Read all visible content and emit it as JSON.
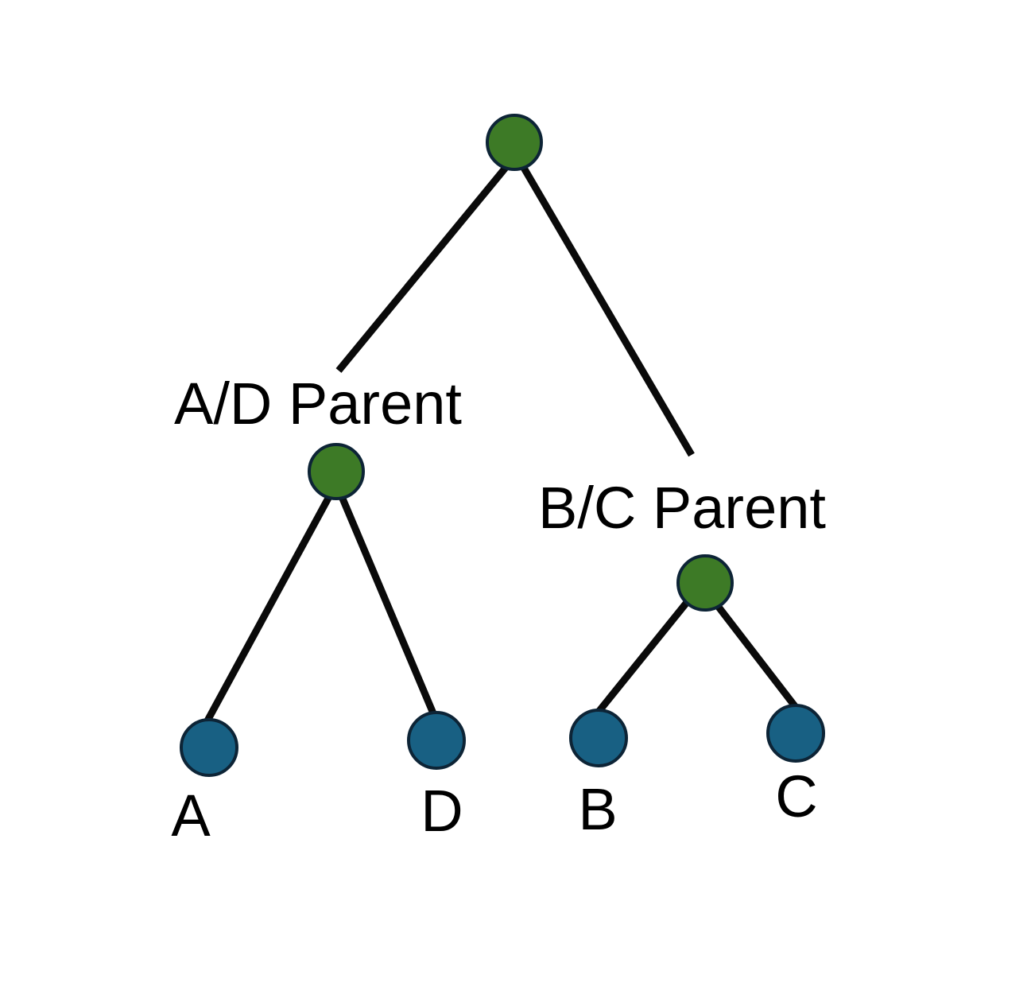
{
  "colors": {
    "background": "#ffffff",
    "edge": "#0a0a0a",
    "internal_node_fill": "#3d7a26",
    "leaf_node_fill": "#186083",
    "node_outline": "#0d2436",
    "label_text": "#000000"
  },
  "tree": {
    "nodes": [
      {
        "id": "root",
        "kind": "internal",
        "label": ""
      },
      {
        "id": "ad_parent",
        "kind": "internal",
        "label": "A/D Parent"
      },
      {
        "id": "bc_parent",
        "kind": "internal",
        "label": "B/C Parent"
      },
      {
        "id": "leaf_a",
        "kind": "leaf",
        "label": "A"
      },
      {
        "id": "leaf_d",
        "kind": "leaf",
        "label": "D"
      },
      {
        "id": "leaf_b",
        "kind": "leaf",
        "label": "B"
      },
      {
        "id": "leaf_c",
        "kind": "leaf",
        "label": "C"
      }
    ],
    "edges": [
      {
        "from": "root",
        "to": "ad_parent"
      },
      {
        "from": "root",
        "to": "bc_parent"
      },
      {
        "from": "ad_parent",
        "to": "leaf_a"
      },
      {
        "from": "ad_parent",
        "to": "leaf_d"
      },
      {
        "from": "bc_parent",
        "to": "leaf_b"
      },
      {
        "from": "bc_parent",
        "to": "leaf_c"
      }
    ]
  }
}
